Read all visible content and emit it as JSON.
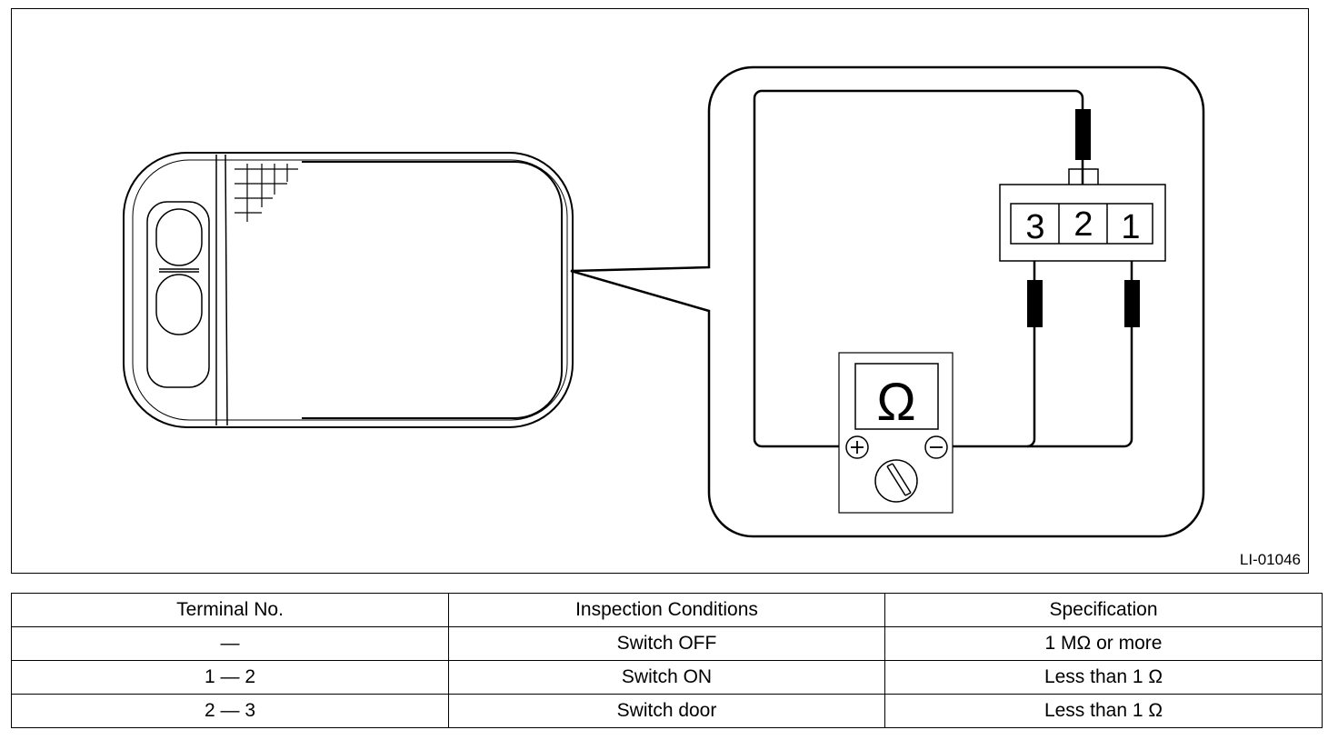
{
  "figure": {
    "id_label": "LI-01046",
    "connector_pins": [
      "3",
      "2",
      "1"
    ],
    "meter_symbol": "Ω",
    "plus_symbol": "+",
    "minus_symbol": "−"
  },
  "table": {
    "headers": [
      "Terminal No.",
      "Inspection Conditions",
      "Specification"
    ],
    "rows": [
      [
        "—",
        "Switch OFF",
        "1 MΩ or more"
      ],
      [
        "1 — 2",
        "Switch ON",
        "Less than 1 Ω"
      ],
      [
        "2 — 3",
        "Switch door",
        "Less than 1 Ω"
      ]
    ]
  }
}
